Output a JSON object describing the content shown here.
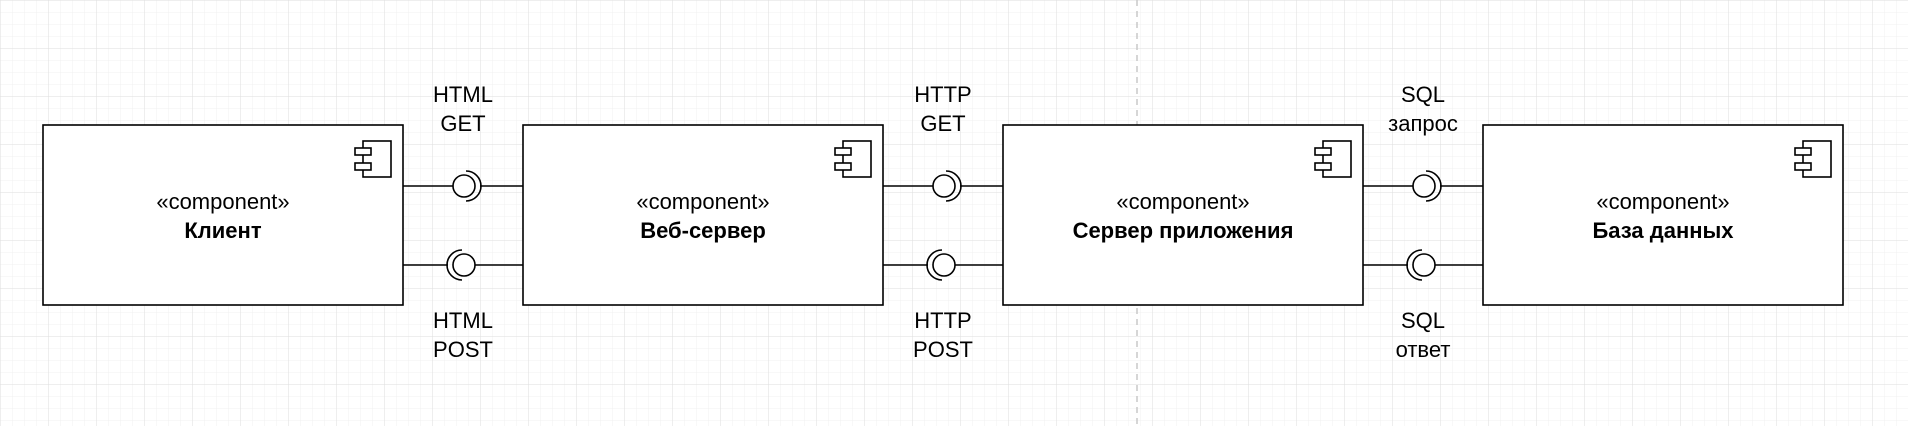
{
  "components": [
    {
      "stereotype": "«component»",
      "name": "Клиент"
    },
    {
      "stereotype": "«component»",
      "name": "Веб-сервер"
    },
    {
      "stereotype": "«component»",
      "name": "Сервер приложения"
    },
    {
      "stereotype": "«component»",
      "name": "База данных"
    }
  ],
  "interfaces": [
    {
      "top": [
        "HTML",
        "GET"
      ],
      "bottom": [
        "HTML",
        "POST"
      ]
    },
    {
      "top": [
        "HTTP",
        "GET"
      ],
      "bottom": [
        "HTTP",
        "POST"
      ]
    },
    {
      "top": [
        "SQL",
        "запрос"
      ],
      "bottom": [
        "SQL",
        "ответ"
      ]
    }
  ],
  "colors": {
    "stroke": "#000000",
    "grid_minor": "#eeeeee",
    "grid_major": "#dddddd",
    "page_break": "#c8c8c8"
  }
}
